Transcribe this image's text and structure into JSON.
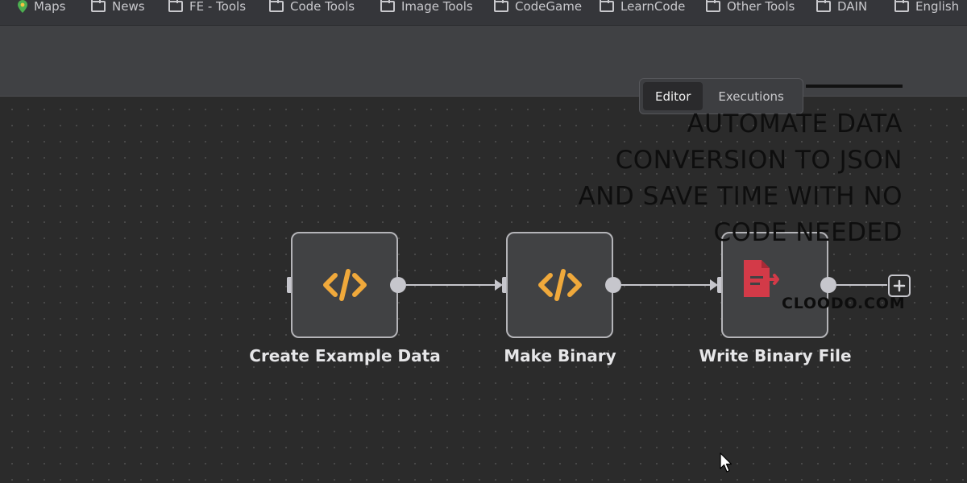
{
  "bookmarks": [
    {
      "label": "Maps",
      "icon": "map-pin-icon"
    },
    {
      "label": "News",
      "icon": "folder-icon"
    },
    {
      "label": "FE - Tools",
      "icon": "folder-icon"
    },
    {
      "label": "Code Tools",
      "icon": "folder-icon"
    },
    {
      "label": "Image Tools",
      "icon": "folder-icon"
    },
    {
      "label": "CodeGame",
      "icon": "folder-icon"
    },
    {
      "label": "LearnCode",
      "icon": "folder-icon"
    },
    {
      "label": "Other Tools",
      "icon": "folder-icon"
    },
    {
      "label": "DAIN",
      "icon": "folder-icon"
    },
    {
      "label": "English",
      "icon": "folder-icon"
    }
  ],
  "toggle": {
    "editor": "Editor",
    "executions": "Executions",
    "active": "Editor"
  },
  "overlay": {
    "headline": "AUTOMATE DATA CONVERSION TO JSON AND SAVE TIME WITH NO CODE NEEDED",
    "brand": "CLOODO.COM"
  },
  "nodes": [
    {
      "label": "Create Example Data",
      "icon": "code-icon"
    },
    {
      "label": "Make Binary",
      "icon": "code-icon"
    },
    {
      "label": "Write Binary File",
      "icon": "file-export-icon"
    }
  ],
  "colors": {
    "code_icon": "#f0a93b",
    "file_icon": "#d33a48",
    "canvas": "#2b2b2b"
  }
}
